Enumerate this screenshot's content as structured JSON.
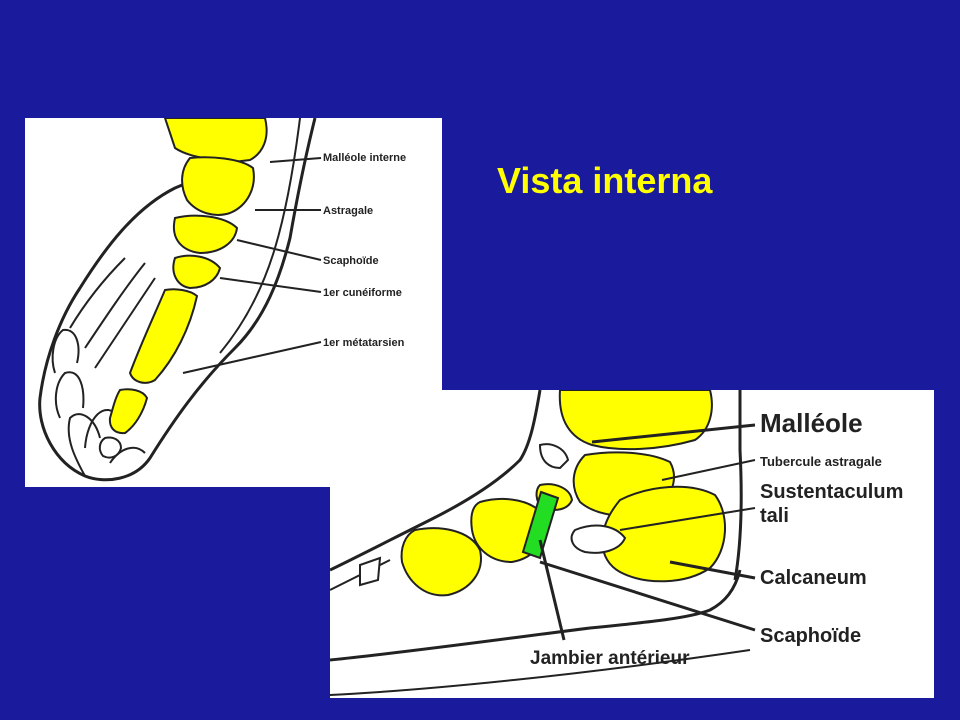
{
  "slide": {
    "title": "Vista interna"
  },
  "top_diagram": {
    "labels": {
      "malleole_interne": "Malléole interne",
      "astragale": "Astragale",
      "scaphoide": "Scaphoïde",
      "cuneiforme": "1er cunéiforme",
      "metatarsien": "1er métatarsien"
    }
  },
  "bottom_diagram": {
    "labels": {
      "malleole": "Malléole",
      "tubercule": "Tubercule astragale",
      "sustentaculum_1": "Sustentaculum",
      "sustentaculum_2": "tali",
      "calcaneum": "Calcaneum",
      "scaphoide": "Scaphoïde",
      "jambier": "Jambier antérieur"
    }
  },
  "colors": {
    "background": "#1a1a9c",
    "title": "#ffff00",
    "bone": "#ffff00",
    "tendon": "#22dd22",
    "outline": "#222222"
  }
}
